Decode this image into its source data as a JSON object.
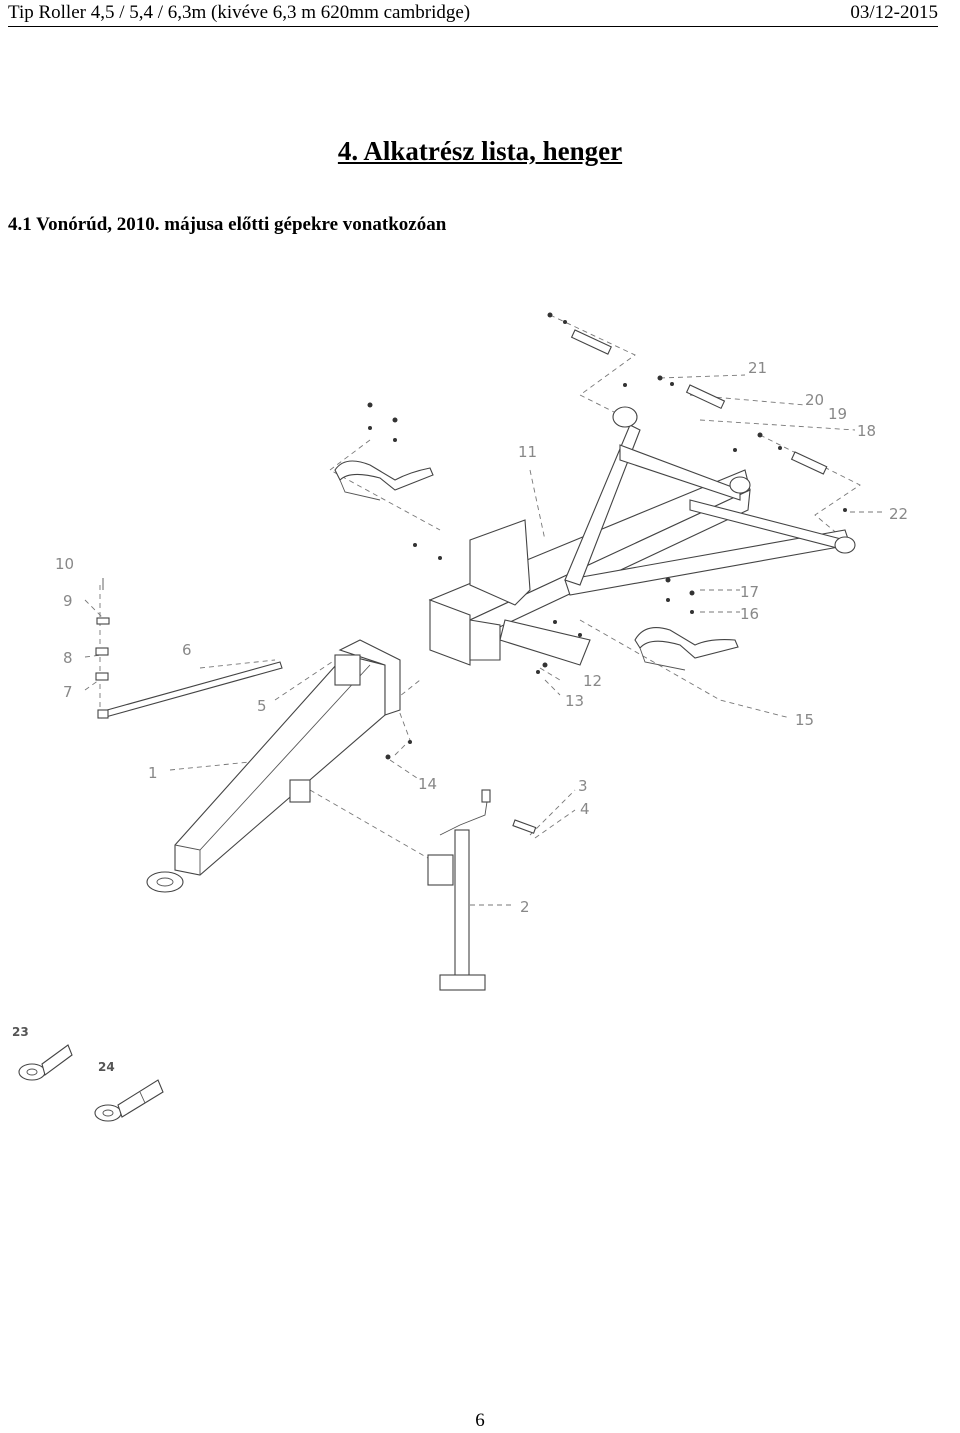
{
  "header": {
    "left": "Tip Roller 4,5 / 5,4 / 6,3m (kivéve 6,3 m 620mm cambridge)",
    "right": "03/12-2015"
  },
  "title": "4. Alkatrész lista, henger",
  "subtitle": "4.1 Vonórúd, 2010. májusa előtti gépekre vonatkozóan",
  "callouts": {
    "c1": "1",
    "c2": "2",
    "c3": "3",
    "c4": "4",
    "c5": "5",
    "c6": "6",
    "c7": "7",
    "c8": "8",
    "c9": "9",
    "c10": "10",
    "c11": "11",
    "c12": "12",
    "c13": "13",
    "c14": "14",
    "c15": "15",
    "c16": "16",
    "c17": "17",
    "c18": "18",
    "c19": "19",
    "c20": "20",
    "c21": "21",
    "c22": "22",
    "c23": "23",
    "c24": "24"
  },
  "page_number": "6"
}
